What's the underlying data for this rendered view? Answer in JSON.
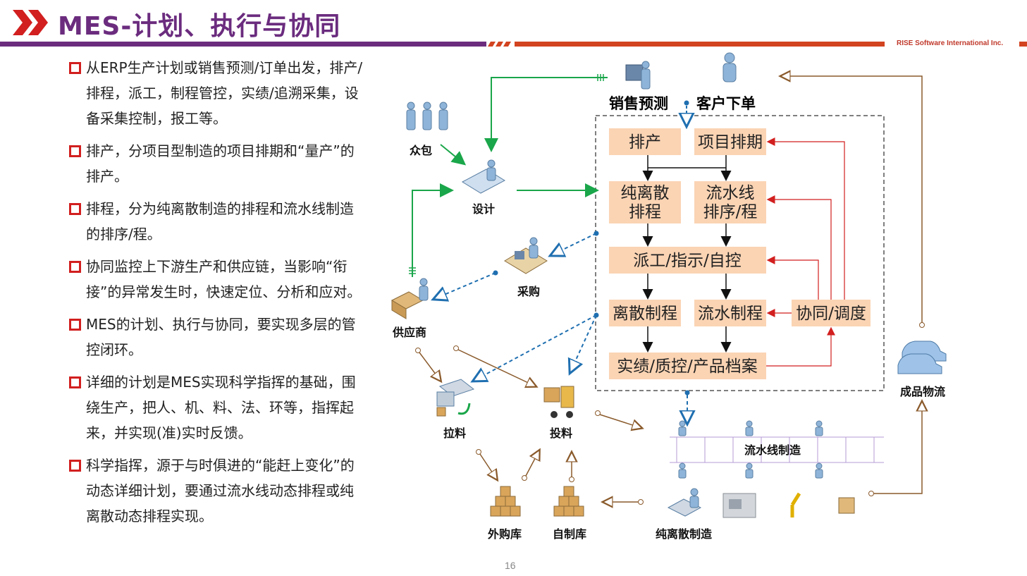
{
  "header": {
    "title": "MES-计划、执行与协同",
    "company": "RISE Software International Inc."
  },
  "bullets": [
    "从ERP生产计划或销售预测/订单出发，排产/排程，派工，制程管控，实绩/追溯采集，设备采集控制，报工等。",
    "排产，分项目型制造的项目排期和“量产”的排产。",
    "排程，分为纯离散制造的排程和流水线制造的排序/程。",
    "协同监控上下游生产和供应链，当影响“衔接”的异常发生时，快速定位、分析和应对。",
    "MES的计划、执行与协同，要实现多层的管控闭环。",
    "详细的计划是MES实现科学指挥的基础，围绕生产，把人、机、料、法、环等，指挥起来，并实现(准)实时反馈。",
    "科学指挥，源于与时俱进的“能赶上变化”的动态详细计划，要通过流水线动态排程或纯离散动态排程实现。"
  ],
  "diagram": {
    "top_labels": {
      "sales_forecast": "销售预测",
      "customer_order": "客户下单"
    },
    "boxes": {
      "scheduling": "排产",
      "project_schedule": "项目排期",
      "discrete_line1": "纯离散",
      "discrete_line2": "排程",
      "flowline_line1": "流水线",
      "flowline_line2": "排序/程",
      "dispatch": "派工/指示/自控",
      "discrete_process": "离散制程",
      "flow_process": "流水制程",
      "coordination": "协同/调度",
      "results": "实绩/质控/产品档案"
    },
    "nodes": {
      "crowdsource": "众包",
      "design": "设计",
      "purchase": "采购",
      "supplier": "供应商",
      "pull_material": "拉料",
      "feed_material": "投料",
      "flowline_mfg": "流水线制造",
      "discrete_mfg": "纯离散制造",
      "external_store": "外购库",
      "self_store": "自制库",
      "finished_logistics": "成品物流"
    }
  },
  "page_number": "16",
  "colors": {
    "title": "#6b2c7e",
    "accent_red": "#d21f1f",
    "box_fill": "#fbd4b4",
    "green": "#1aa64a",
    "blue": "#1f6fb0",
    "brown": "#8a5a2b"
  }
}
